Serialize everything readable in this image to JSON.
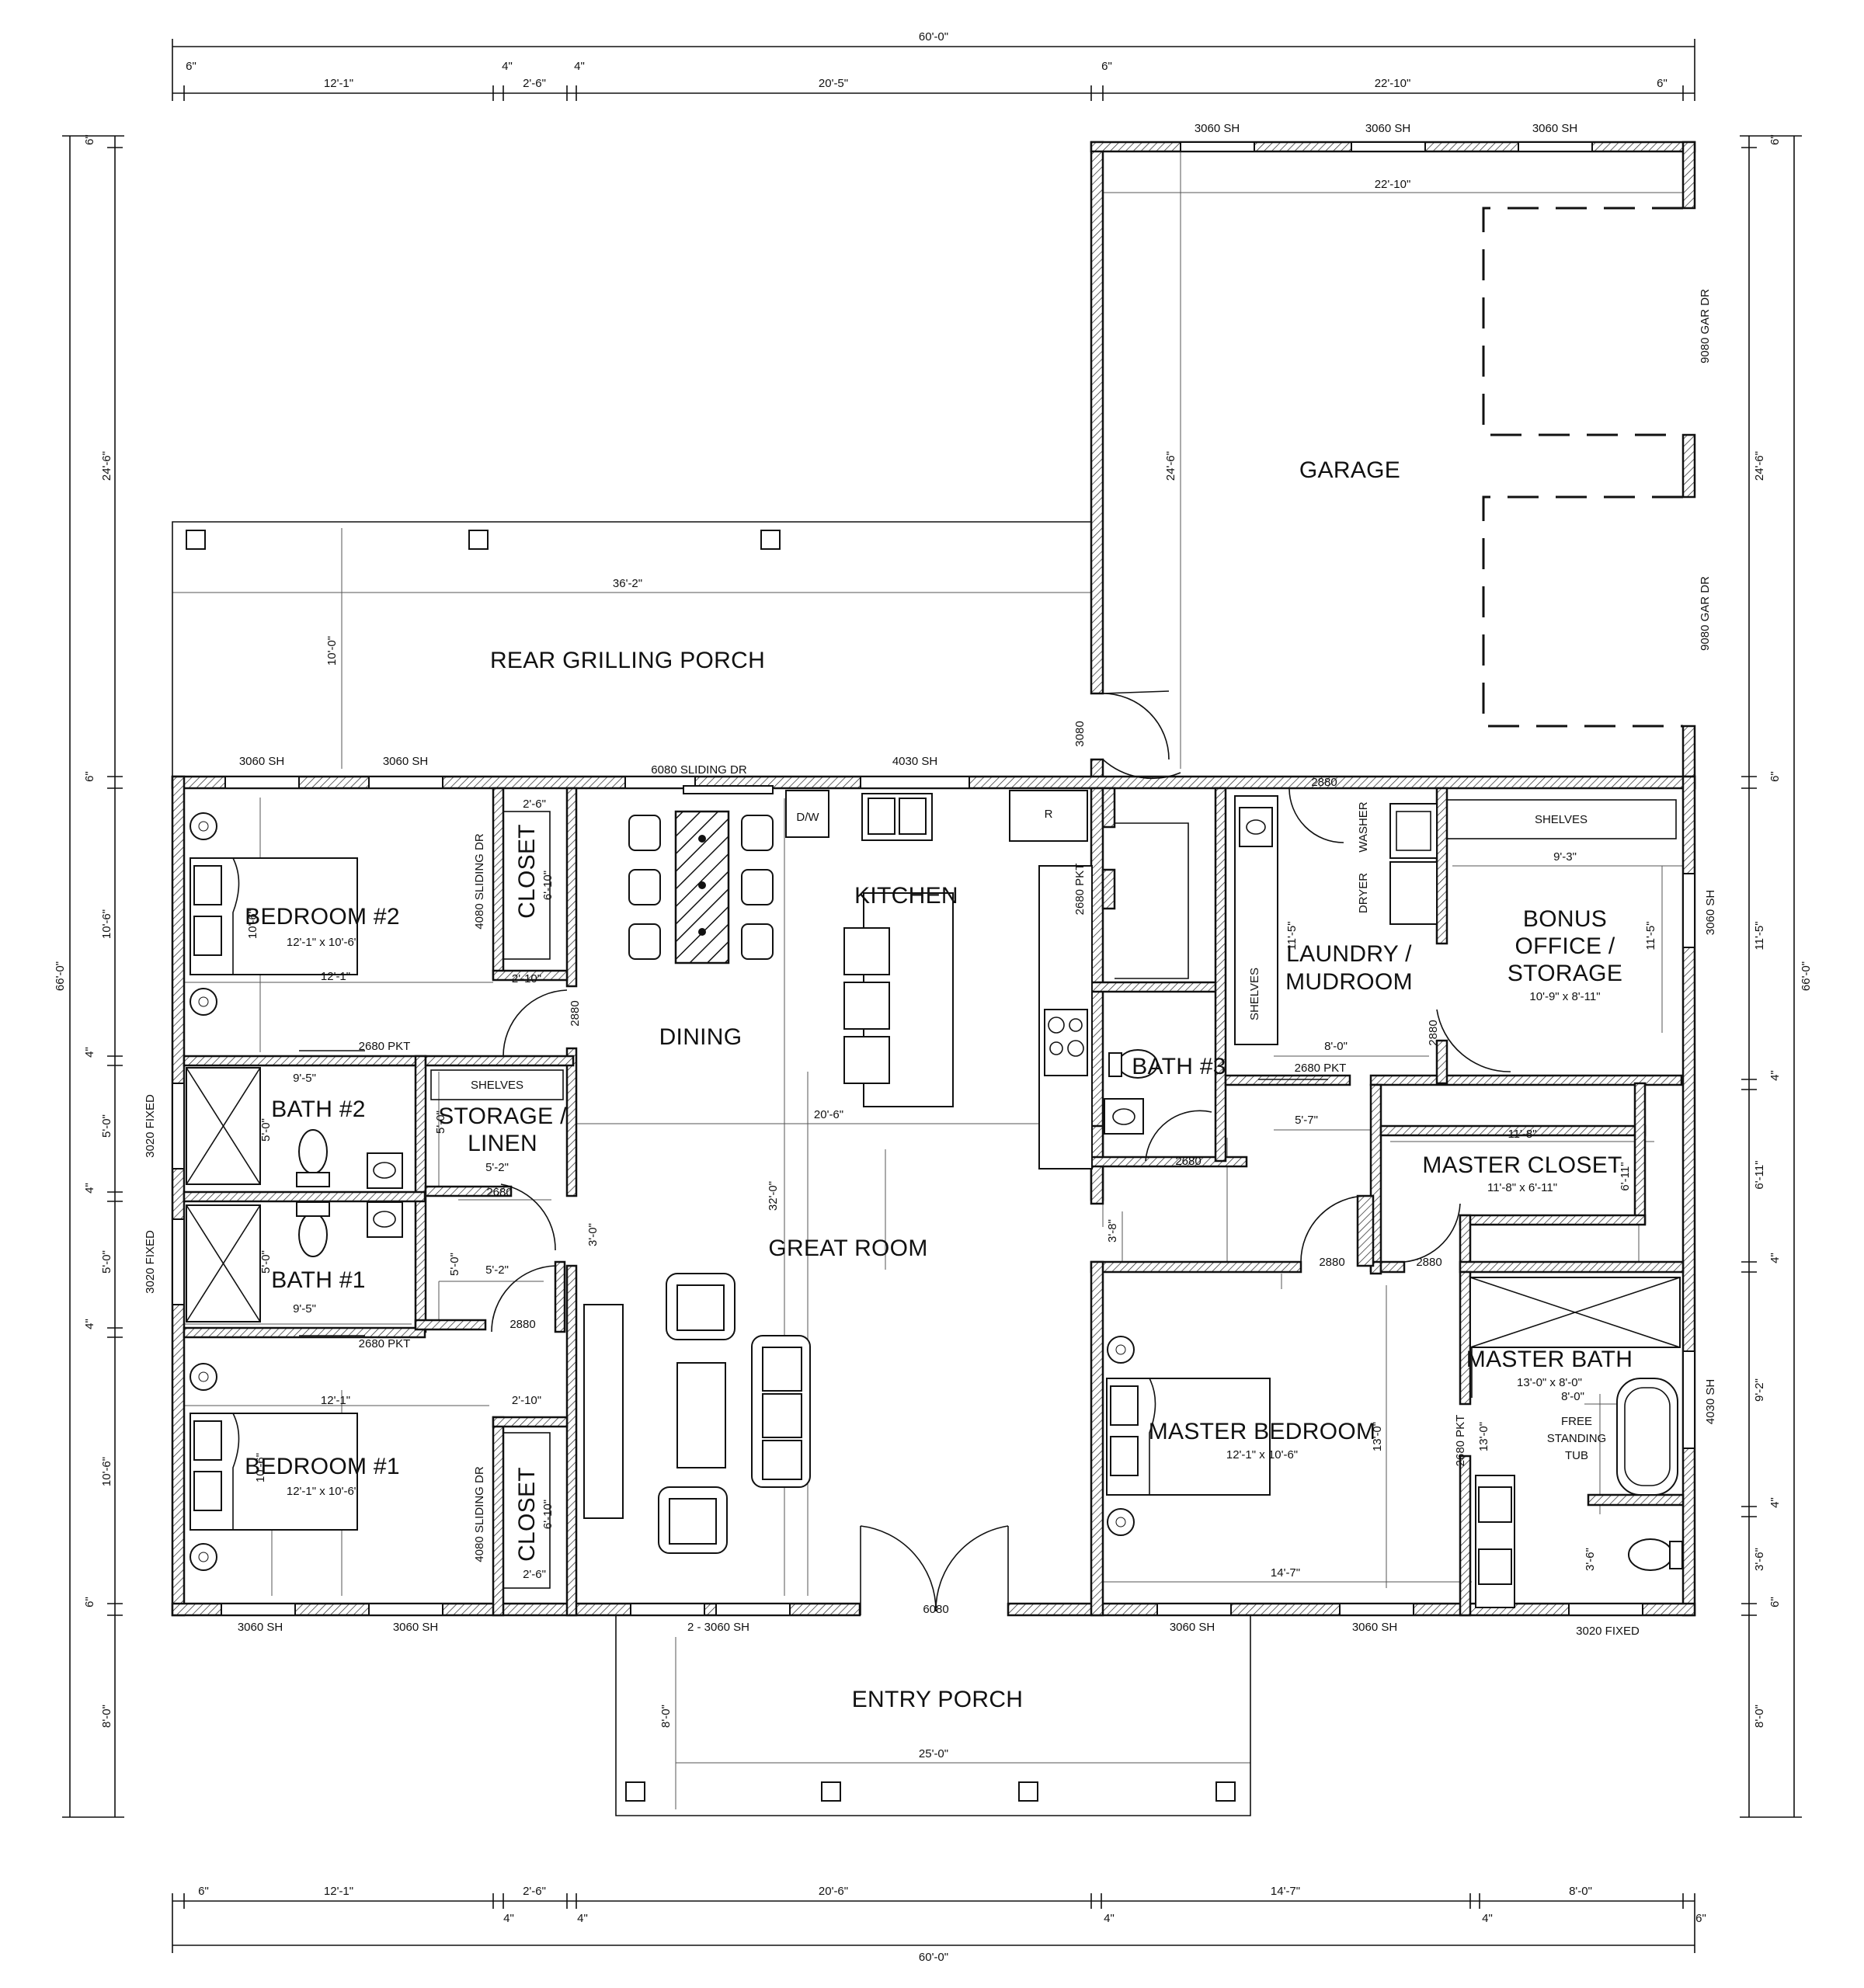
{
  "rooms": {
    "garage": "GARAGE",
    "rear_porch": "REAR GRILLING PORCH",
    "bedroom2": "BEDROOM #2",
    "bedroom2_size": "12'-1\" x 10'-6\"",
    "closet_top": "CLOSET",
    "kitchen": "KITCHEN",
    "dining": "DINING",
    "laundry_1": "LAUNDRY /",
    "laundry_2": "MUDROOM",
    "bonus_1": "BONUS",
    "bonus_2": "OFFICE /",
    "bonus_3": "STORAGE",
    "bonus_size": "10'-9\" x 8'-11\"",
    "bath2": "BATH #2",
    "storage_1": "STORAGE /",
    "storage_2": "LINEN",
    "bath3": "BATH #3",
    "master_closet": "MASTER CLOSET",
    "master_closet_size": "11'-8\" x 6'-11\"",
    "great_room": "GREAT ROOM",
    "bath1": "BATH #1",
    "master_bath": "MASTER BATH",
    "master_bath_size": "13'-0\" x 8'-0\"",
    "bedroom1": "BEDROOM #1",
    "bedroom1_size": "12'-1\" x 10'-6\"",
    "closet_bottom": "CLOSET",
    "master_bedroom": "MASTER BEDROOM",
    "master_bedroom_size": "12'-1\" x 10'-6\"",
    "entry_porch": "ENTRY PORCH",
    "tub_1": "FREE",
    "tub_2": "STANDING",
    "tub_3": "TUB"
  },
  "labels": {
    "w3060": "3060 SH",
    "w4030": "4030 SH",
    "w3020f": "3020 FIXED",
    "w2x3060": "2 - 3060 SH",
    "sliding6080": "6080 SLIDING DR",
    "sliding4080": "4080 SLIDING DR",
    "garage_door": "9080 GAR DR",
    "d2880": "2880",
    "d2680": "2680",
    "d3080": "3080",
    "d6080": "6080",
    "pkt2680": "2680 PKT",
    "dw": "D/W",
    "fridge": "R",
    "shelves": "SHELVES",
    "washer": "WASHER",
    "dryer": "DRYER"
  },
  "dims": {
    "overall_w": "60'-0\"",
    "overall_h": "66'-0\"",
    "d6": "6\"",
    "d4": "4\"",
    "d12_1": "12'-1\"",
    "d2_6": "2'-6\"",
    "d20_5": "20'-5\"",
    "d20_6": "20'-6\"",
    "d22_10": "22'-10\"",
    "d14_7": "14'-7\"",
    "d8_0": "8'-0\"",
    "d24_6": "24'-6\"",
    "d10_6": "10'-6\"",
    "d5_0": "5'-0\"",
    "d11_5": "11'-5\"",
    "d6_11": "6'-11\"",
    "d9_2": "9'-2\"",
    "d3_6": "3'-6\"",
    "d36_2": "36'-2\"",
    "d10_0": "10'-0\"",
    "d6_10": "6'-10\"",
    "d2_10": "2'-10\"",
    "d9_5": "9'-5\"",
    "d5_2": "5'-2\"",
    "d3_0": "3'-0\"",
    "d9_3": "9'-3\"",
    "d8_0b": "8'-0\"",
    "d5_7": "5'-7\"",
    "d11_8": "11'-8\"",
    "d3_8": "3'-8\"",
    "d32_0": "32'-0\"",
    "d13_0": "13'-0\"",
    "d25_0": "25'-0\""
  }
}
